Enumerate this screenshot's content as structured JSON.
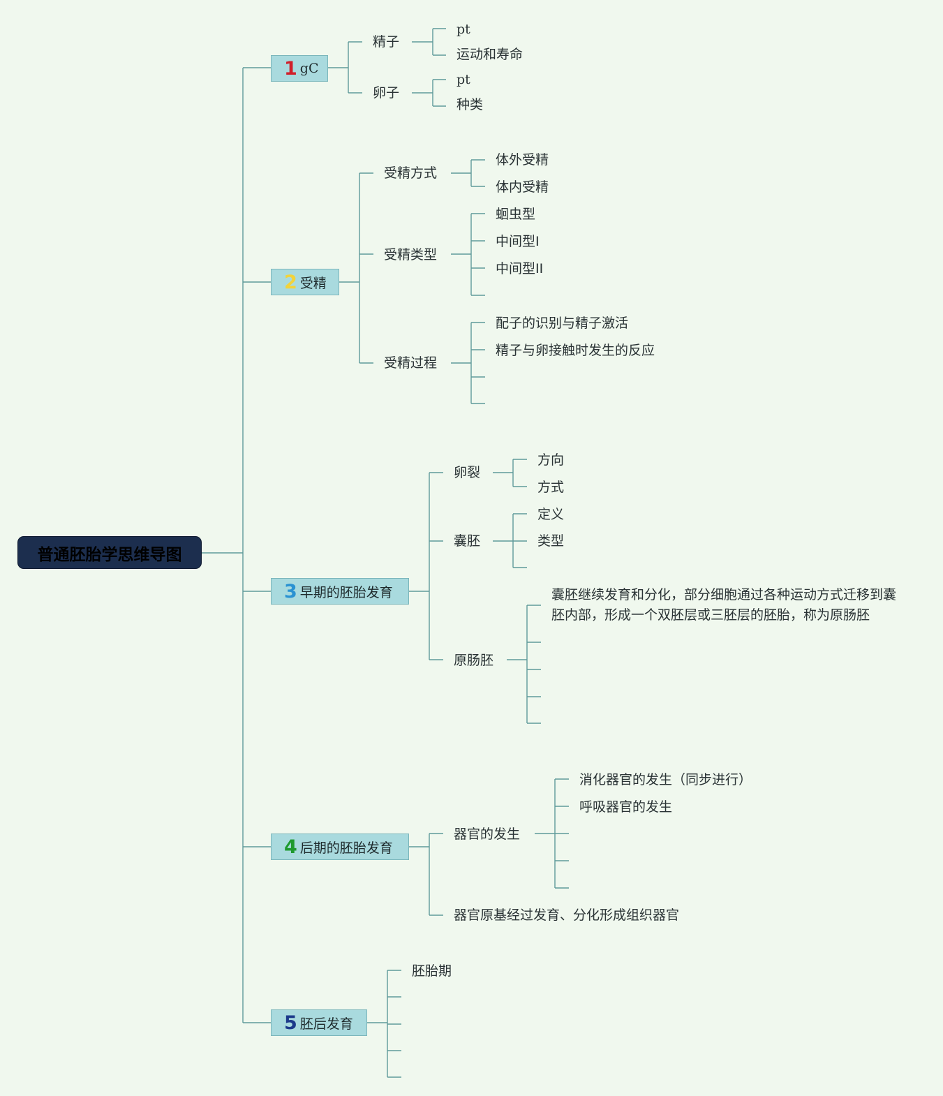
{
  "title": "普通胚胎学思维导图",
  "colors": {
    "line": "#5f9a9a",
    "num1": "#d11f2a",
    "num2": "#f2d33b",
    "num3": "#2a92d2",
    "num4": "#1e9a2e",
    "num5": "#1c3a8a"
  },
  "branches": [
    {
      "num": "1",
      "label": "gC",
      "children": [
        {
          "label": "精子",
          "children": [
            "pt",
            "运动和寿命"
          ]
        },
        {
          "label": "卵子",
          "children": [
            "pt",
            "种类"
          ]
        }
      ]
    },
    {
      "num": "2",
      "label": "受精",
      "children": [
        {
          "label": "受精方式",
          "children": [
            "体外受精",
            "体内受精"
          ]
        },
        {
          "label": "受精类型",
          "children": [
            "蛔虫型",
            "中间型I",
            "中间型II"
          ]
        },
        {
          "label": "受精过程",
          "children": [
            "配子的识别与精子激活",
            "精子与卵接触时发生的反应"
          ]
        }
      ]
    },
    {
      "num": "3",
      "label": "早期的胚胎发育",
      "children": [
        {
          "label": "卵裂",
          "children": [
            "方向",
            "方式"
          ]
        },
        {
          "label": "囊胚",
          "children": [
            "定义",
            "类型"
          ]
        },
        {
          "label": "原肠胚",
          "children": [
            "囊胚继续发育和分化，部分细胞通过各种运动方式迁移到囊胚内部，形成一个双胚层或三胚层的胚胎，称为原肠胚"
          ]
        }
      ]
    },
    {
      "num": "4",
      "label": "后期的胚胎发育",
      "children": [
        {
          "label": "器官的发生",
          "children": [
            "消化器官的发生（同步进行）",
            "呼吸器官的发生"
          ]
        },
        {
          "label": "器官原基经过发育、分化形成组织器官"
        }
      ]
    },
    {
      "num": "5",
      "label": "胚后发育",
      "children": [
        {
          "label": "胚胎期"
        }
      ]
    }
  ]
}
